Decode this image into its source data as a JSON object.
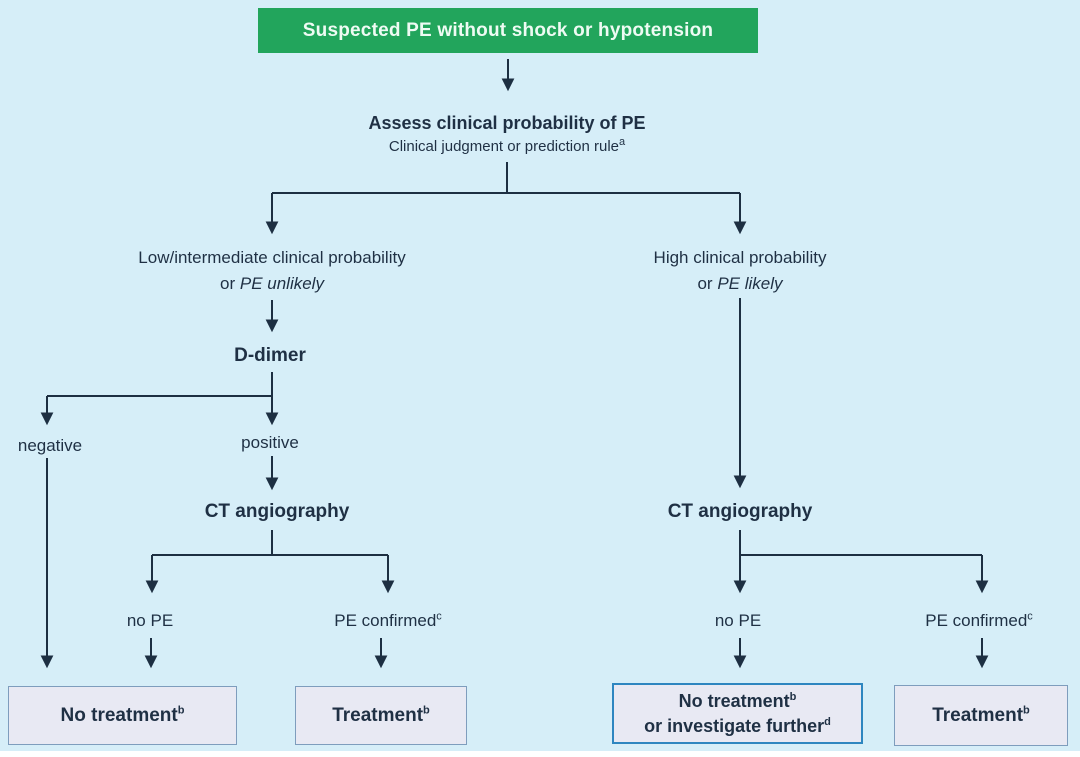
{
  "palette": {
    "background": "#d6eef8",
    "node_text": "#1f3044",
    "line": "#1d2f42",
    "header_bg": "#22a55c",
    "header_text": "#eefbf3",
    "box_fill": "#e8e9f3",
    "box_border": "#7e9dbd",
    "box_border_highlight": "#2e86c0"
  },
  "flowchart": {
    "header": {
      "label": "Suspected PE without shock or hypotension"
    },
    "assess": {
      "title": "Assess clinical probability of PE",
      "subtitle": "Clinical judgment or prediction rule",
      "subtitle_sup": "a"
    },
    "left_branch": {
      "line1": "Low/intermediate clinical probability",
      "line2_prefix": "or ",
      "line2_italic": "PE unlikely"
    },
    "right_branch": {
      "line1": "High clinical probability",
      "line2_prefix": "or ",
      "line2_italic": "PE likely"
    },
    "d_dimer": {
      "label": "D-dimer",
      "negative": "negative",
      "positive": "positive"
    },
    "ct_left": {
      "label": "CT angiography",
      "no_pe": "no PE",
      "confirmed": "PE confirmed",
      "confirmed_sup": "c"
    },
    "ct_right": {
      "label": "CT angiography",
      "no_pe": "no PE",
      "confirmed": "PE confirmed",
      "confirmed_sup": "c"
    },
    "outcomes": {
      "no_treatment": {
        "label": "No treatment",
        "sup": "b"
      },
      "treatment_left": {
        "label": "Treatment",
        "sup": "b"
      },
      "no_treatment_or_investigate": {
        "line1": "No treatment",
        "line1_sup": "b",
        "line2": "or investigate further",
        "line2_sup": "d"
      },
      "treatment_right": {
        "label": "Treatment",
        "sup": "b"
      }
    }
  }
}
